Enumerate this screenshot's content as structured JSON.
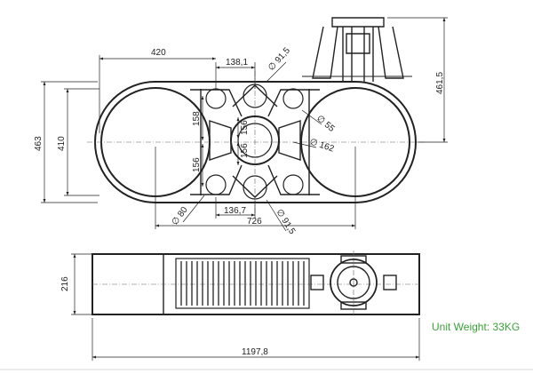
{
  "top_view": {
    "dims": {
      "overall_width": "420",
      "hub_spacing": "138,1",
      "hole_dia_top": "∅ 91,5",
      "overall_height": "463",
      "inner_height": "410",
      "upper_offset": "158",
      "lower_offset": "156",
      "center_dim_a": "156",
      "center_dim_b": "156",
      "small_hole": "∅ 55",
      "big_circle": "∅ 162",
      "hole_dia_left": "∅ 80",
      "hub_spacing_bottom": "136,7",
      "inner_length": "726",
      "hole_dia_bottom": "∅ 91,5",
      "height_right": "461,5"
    }
  },
  "side_view": {
    "dims": {
      "height": "216",
      "total_length": "1197,8"
    }
  },
  "note": {
    "unit_weight": "Unit Weight: 33KG",
    "color": "#3aa33a"
  }
}
